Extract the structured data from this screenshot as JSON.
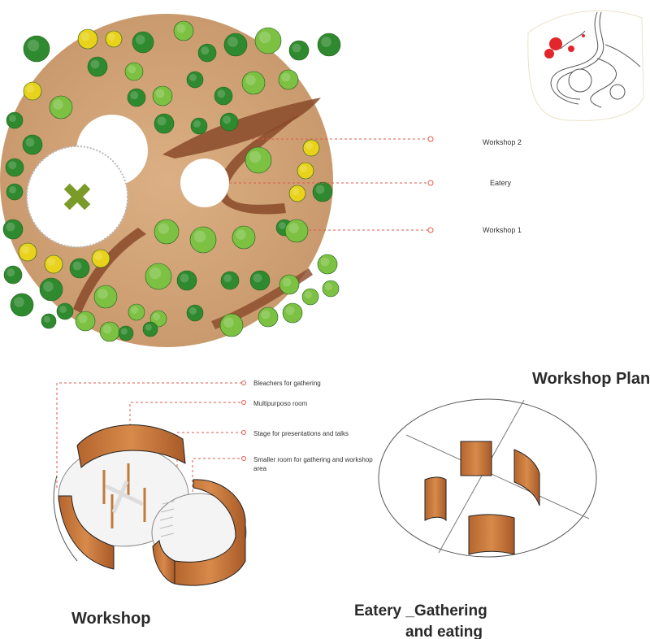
{
  "site_plan": {
    "labels": {
      "workshop2": "Workshop 2",
      "eatery": "Eatery",
      "workshop1": "Workshop 1"
    }
  },
  "workshop_axon": {
    "labels": {
      "bleachers": "Bleachers for gathering",
      "multipurpose": "Multipurposo room",
      "stage": "Stage for presentations and talks",
      "smaller_room_line1": "Smaller room for gathering and workshop",
      "smaller_room_line2": "area"
    },
    "title": "Workshop"
  },
  "eatery_axon": {
    "title_line1": "Eatery _Gathering",
    "title_line2": "and eating"
  },
  "plan_title": "Workshop Plan",
  "colors": {
    "ground": "#d4a67a",
    "path_brown": "#8a4a2a",
    "tree_dark": "#2f8a2f",
    "tree_light": "#7cc142",
    "tree_yellow": "#e8d21a",
    "leader_red": "#e05a4a",
    "wood": "#c9773a",
    "location_red": "#e3262b"
  },
  "icons": {
    "cross": "x-mark-icon",
    "location": "location-dot-icon"
  }
}
